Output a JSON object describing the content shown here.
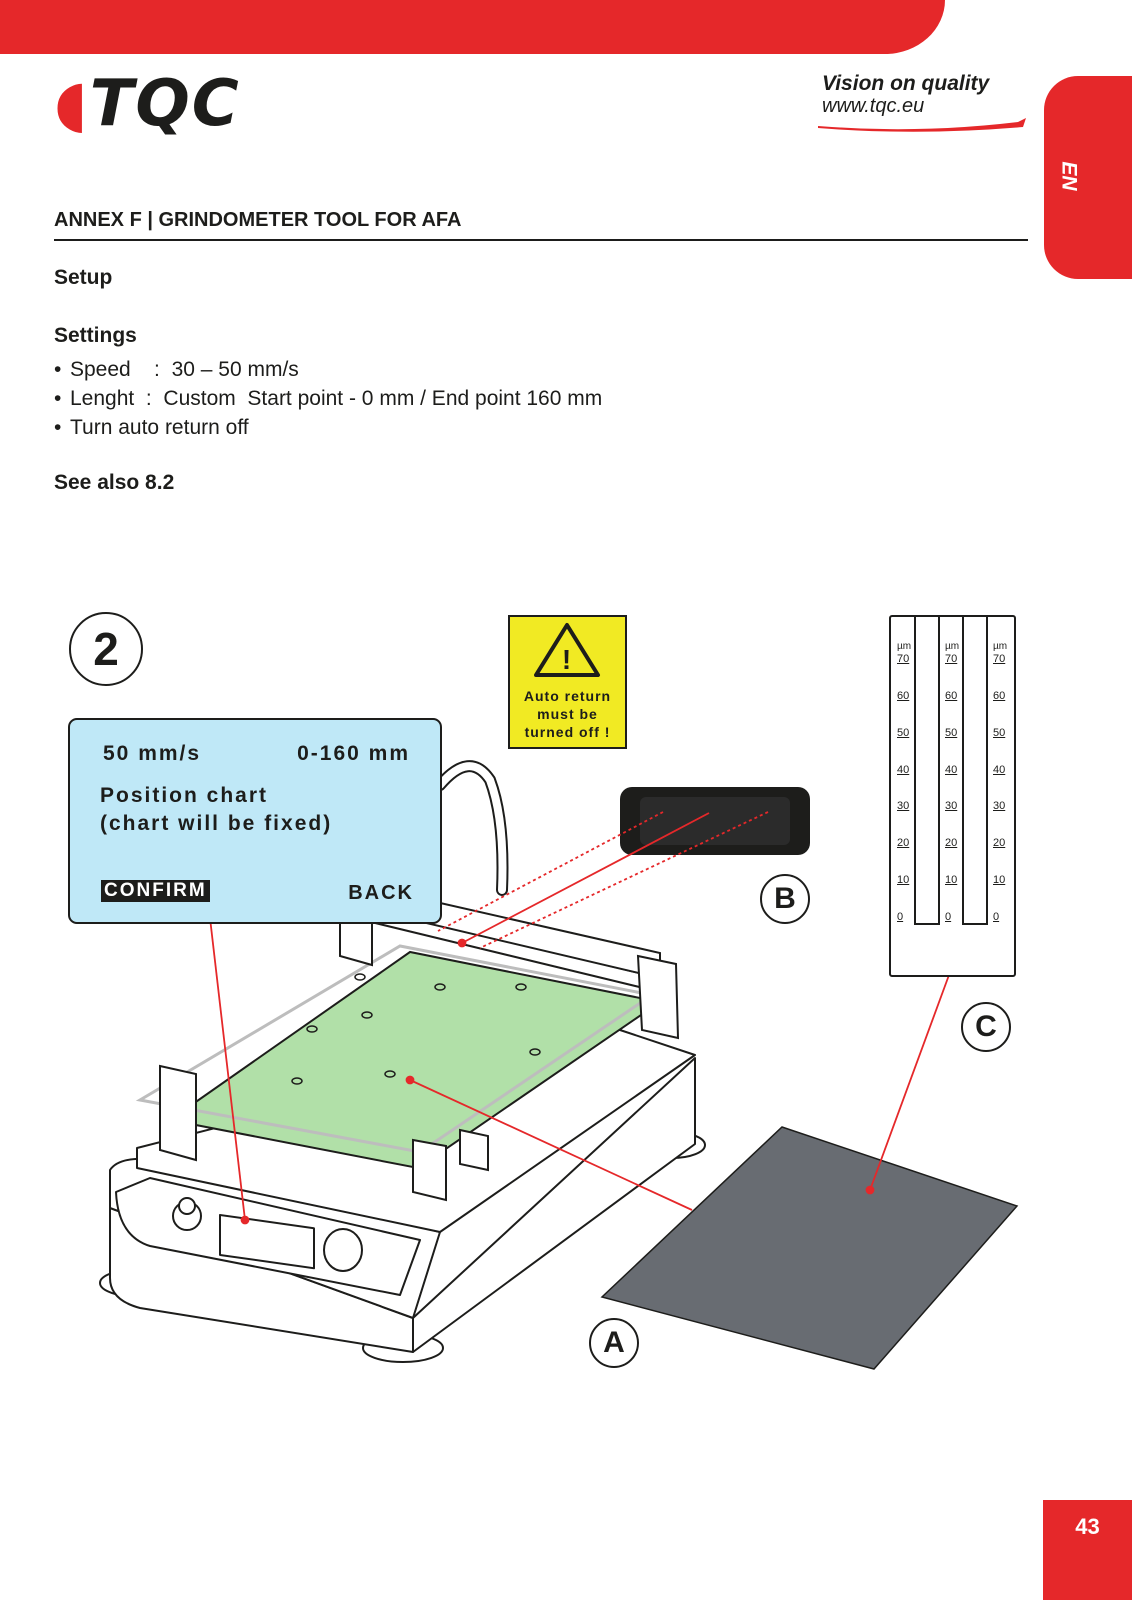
{
  "brand": {
    "logo_text": "TQC",
    "tagline": "Vision on quality",
    "url": "www.tqc.eu",
    "accent_color": "#e5282a"
  },
  "language_tab": "EN",
  "heading": "ANNEX F | GRINDOMETER TOOL FOR AFA",
  "setup_label": "Setup",
  "settings": {
    "title": "Settings",
    "items": [
      "Speed    :  30 – 50 mm/s",
      "Lenght  :  Custom  Start point - 0 mm / End point 160 mm",
      "Turn auto return off"
    ]
  },
  "see_also": "See also 8.2",
  "figure": {
    "step_number": "2",
    "display": {
      "speed": "50 mm/s",
      "range": "0-160 mm",
      "message_line1": "Position chart",
      "message_line2": "(chart will be fixed)",
      "confirm": "CONFIRM",
      "back": "BACK",
      "background_color": "#bfe8f7"
    },
    "warning": {
      "symbol": "!",
      "text_line1": "Auto return",
      "text_line2": "must be",
      "text_line3": "turned off !",
      "color": "#f1ea23"
    },
    "callouts": {
      "a": "A",
      "b": "B",
      "c": "C"
    },
    "gauge": {
      "unit": "µm",
      "ticks": [
        "70",
        "60",
        "50",
        "40",
        "30",
        "20",
        "10",
        "0"
      ]
    },
    "bed_color": "#b1e0a8",
    "chart_color": "#686c72"
  },
  "page_number": "43"
}
